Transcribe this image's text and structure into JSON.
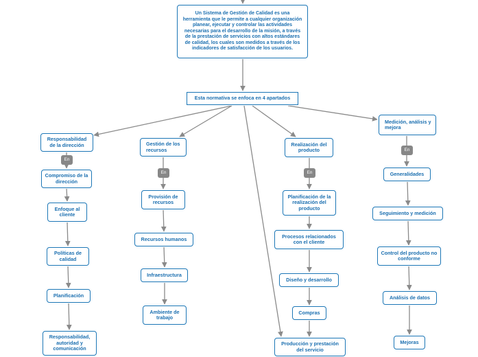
{
  "colors": {
    "node_border": "#1b76b6",
    "node_text": "#1b6fb0",
    "connector": "#8a8a8a",
    "tag_bg": "#878787"
  },
  "main_text": "Un Sistema de Gestión de Calidad es una herramienta que le permite a cualquier organización planear, ejecutar y controlar las actividades necesarias para el desarrollo de la misión,  a través de la prestación de servicios con altos estándares de calidad, los cuales son medidos a través de los indicadores de satisfacción de los usuarios.",
  "apartados_label": "Esta normativa se enfoca en 4 apartados",
  "tag_label": "En",
  "branches": {
    "responsabilidad": {
      "title": "Responsabilidad de la dirección",
      "items": [
        "Compromiso de la dirección",
        "Enfoque al cliente",
        "Políticas de calidad",
        "Planificación",
        "Responsabilidad, autoridad y comunicación"
      ]
    },
    "recursos": {
      "title": "Gestión de los recursos",
      "items": [
        "Provisión de recursos",
        "Recursos humanos",
        "Infraestructura",
        "Ambiente de trabajo"
      ]
    },
    "realizacion": {
      "title": "Realización del producto",
      "items": [
        "Planificación de la realización del producto",
        "Procesos relacionados con el cliente",
        "Diseño y desarrollo",
        "Compras",
        "Producción y prestación del servicio"
      ]
    },
    "medicion": {
      "title": "Medición, análisis y mejora",
      "items": [
        "Generalidades",
        "Seguimiento y medición",
        "Control del producto no conforme",
        "Análisis de datos",
        "Mejoras"
      ]
    }
  }
}
